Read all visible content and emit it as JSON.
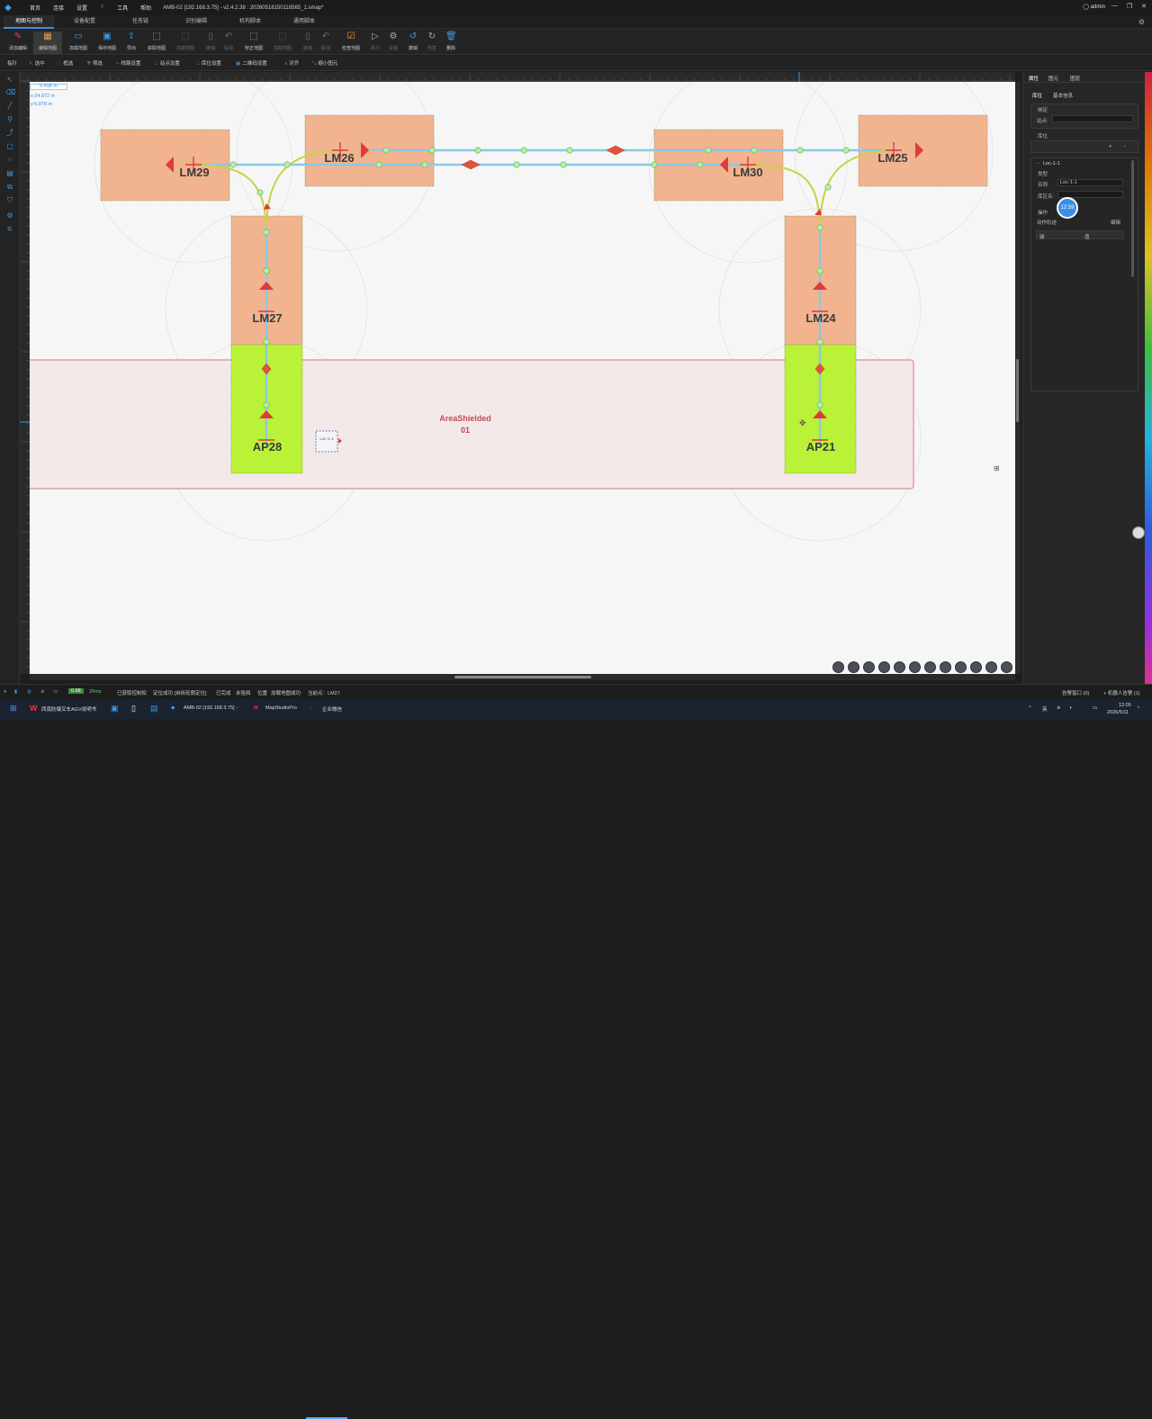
{
  "titlebar": {
    "menu": [
      "首页",
      "连接",
      "设置",
      "工具",
      "帮助"
    ],
    "window_title": "AMB-02 [192.168.3.75] - v2.4.2.38 : 20260518150118565_1.smap*",
    "user": "admin"
  },
  "tabs": [
    "地图与控制",
    "设备配置",
    "任务链",
    "识别编辑",
    "机构脚本",
    "通用脚本"
  ],
  "toolbar": [
    {
      "label": "添加编辑",
      "icon": "pencil-icon",
      "enabled": true
    },
    {
      "label": "编辑地图",
      "icon": "grid-icon",
      "enabled": true
    },
    {
      "label": "加载地图",
      "icon": "folder-icon",
      "enabled": true
    },
    {
      "label": "保存地图",
      "icon": "save-icon",
      "enabled": true
    },
    {
      "label": "导出",
      "icon": "export-icon",
      "enabled": true
    },
    {
      "label": "获取地图",
      "icon": "download-map-icon",
      "enabled": true
    },
    {
      "label": "加载地图",
      "icon": "load-icon",
      "enabled": false
    },
    {
      "label": "撤销",
      "icon": "file-icon",
      "enabled": false
    },
    {
      "label": "取消",
      "icon": "undo-icon",
      "enabled": false
    },
    {
      "label": "矫正地图",
      "icon": "calibrate-icon",
      "enabled": true
    },
    {
      "label": "加载地图",
      "icon": "load-icon",
      "enabled": false
    },
    {
      "label": "撤销",
      "icon": "file-icon",
      "enabled": false
    },
    {
      "label": "取消",
      "icon": "undo-icon",
      "enabled": false
    },
    {
      "label": "检查地图",
      "icon": "check-icon",
      "enabled": true
    },
    {
      "label": "执行",
      "icon": "play-icon",
      "enabled": false
    },
    {
      "label": "设置",
      "icon": "gear-icon",
      "enabled": false
    },
    {
      "label": "撤销",
      "icon": "undo-icon",
      "enabled": true
    },
    {
      "label": "恢复",
      "icon": "redo-icon",
      "enabled": false
    },
    {
      "label": "删除",
      "icon": "trash-icon",
      "enabled": true
    }
  ],
  "toolbar2": [
    "指针",
    "选中",
    "框选",
    "筛选",
    "线路设置",
    "站点设置",
    "库位设置",
    "二维码设置",
    "对齐",
    "缩小图元"
  ],
  "canvas": {
    "readout": {
      "scale": "0.498 m",
      "x": "x:24.872 m",
      "y": "y:6.878 m"
    },
    "stations": [
      "LM29",
      "LM26",
      "LM30",
      "LM25",
      "LM27",
      "LM24",
      "AP28",
      "AP21"
    ],
    "area_label_line1": "AreaShielded",
    "area_label_line2": "01",
    "loc_label": "Loc-1-1"
  },
  "right_panel": {
    "tabs": [
      "属性",
      "图元",
      "图层"
    ],
    "subtabs": [
      "库位",
      "基本信息"
    ],
    "binding_header": "绑定",
    "site_label": "站点:",
    "section_header": "库位",
    "add_btn": "+",
    "remove_btn": "-",
    "loc_node": "Loc-1-1",
    "type_label": "类型",
    "name_label": "名称:",
    "name_value": "Loc-1-1",
    "zone_label": "库区名:",
    "ops_label": "操作",
    "action_label": "动作轨迹",
    "edit_label": "编辑",
    "col_key": "键",
    "col_value": "值",
    "timer_bubble": "12:59"
  },
  "statusbar": {
    "speed": "0.68",
    "latency": "20ms",
    "messages": [
      "已获取控制权",
      "定位成功 [自拆轮廓定位]",
      "已完成",
      "未阻挡",
      "位置",
      "加载地图成功",
      "当前点：LM27"
    ],
    "right1": "告警窗口 (0)",
    "right2": "机器人告警 (1)"
  },
  "taskbar": {
    "items": [
      "西南防爆叉车AGV说明书",
      "AMB-02 [192.168.3.75] -",
      "MapStudioPro",
      "企业微信"
    ],
    "lang": "英",
    "time": "12:05",
    "date": "2026/5/11"
  },
  "colors": {
    "accent": "#3a8ee6",
    "station_fill": "#f1b48f",
    "green_zone": "#b9f236",
    "path": "#8fc6e6",
    "curve": "#c8d24a",
    "area_border": "#e08a95"
  }
}
